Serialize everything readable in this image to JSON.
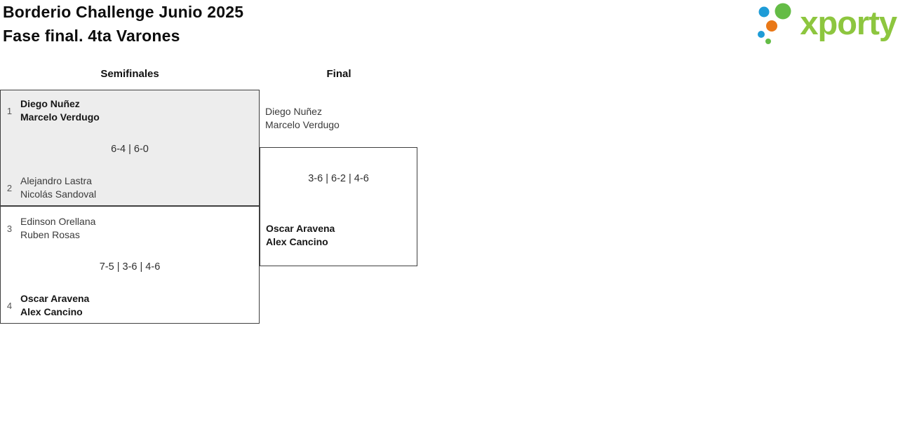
{
  "header": {
    "title_line1": "Borderio Challenge Junio 2025",
    "title_line2": "Fase final. 4ta Varones",
    "logo_text": "xporty"
  },
  "columns": {
    "semifinals": "Semifinales",
    "final": "Final"
  },
  "matches": {
    "sf1": {
      "top": {
        "seed": "1",
        "p1": "Diego Nuñez",
        "p2": "Marcelo Verdugo"
      },
      "score": "6-4 | 6-0",
      "bottom": {
        "seed": "2",
        "p1": "Alejandro Lastra",
        "p2": "Nicolás Sandoval"
      }
    },
    "sf2": {
      "top": {
        "seed": "3",
        "p1": "Edinson Orellana",
        "p2": "Ruben Rosas"
      },
      "score": "7-5 | 3-6 | 4-6",
      "bottom": {
        "seed": "4",
        "p1": "Oscar Aravena",
        "p2": "Alex Cancino"
      }
    },
    "final": {
      "top": {
        "p1": "Diego Nuñez",
        "p2": "Marcelo Verdugo"
      },
      "score": "3-6 | 6-2 | 4-6",
      "bottom": {
        "p1": "Oscar Aravena",
        "p2": "Alex Cancino"
      }
    }
  },
  "colors": {
    "brand_green": "#8dc63f",
    "dot_blue": "#1e9cd7",
    "dot_green": "#64bc46",
    "dot_orange": "#e97817",
    "match_fill": "#ededed",
    "border": "#3f3f3f"
  }
}
